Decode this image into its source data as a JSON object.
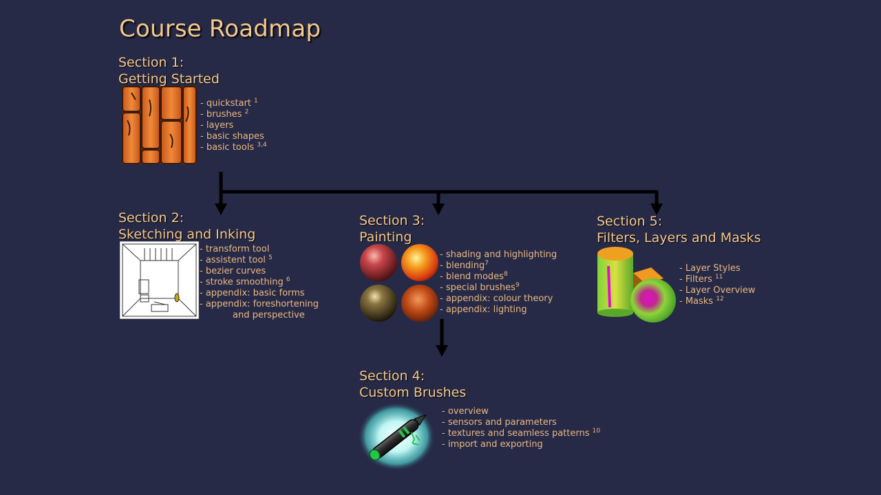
{
  "title": "Course Roadmap",
  "sections": [
    {
      "heading_line1": "Section 1:",
      "heading_line2": "Getting Started",
      "items": [
        {
          "text": "quickstart",
          "ref": "1"
        },
        {
          "text": "brushes",
          "ref": "2"
        },
        {
          "text": "layers",
          "ref": ""
        },
        {
          "text": "basic shapes",
          "ref": ""
        },
        {
          "text": "basic tools",
          "ref": "3,4"
        }
      ]
    },
    {
      "heading_line1": "Section 2:",
      "heading_line2": "Sketching and Inking",
      "items": [
        {
          "text": "transform tool",
          "ref": ""
        },
        {
          "text": "assistent tool",
          "ref": "5"
        },
        {
          "text": "bezier curves",
          "ref": ""
        },
        {
          "text": "stroke smoothing",
          "ref": "6"
        },
        {
          "text": "appendix: basic forms",
          "ref": ""
        },
        {
          "text": "appendix: foreshortening",
          "ref": ""
        },
        {
          "text": "and perspective",
          "ref": ""
        }
      ]
    },
    {
      "heading_line1": "Section 3:",
      "heading_line2": "Painting",
      "items": [
        {
          "text": "shading and highlighting",
          "ref": ""
        },
        {
          "text": "blending",
          "ref": "7"
        },
        {
          "text": "blend modes",
          "ref": "8"
        },
        {
          "text": "special brushes",
          "ref": "9"
        },
        {
          "text": "appendix: colour theory",
          "ref": ""
        },
        {
          "text": "appendix: lighting",
          "ref": ""
        }
      ]
    },
    {
      "heading_line1": "Section 4:",
      "heading_line2": "Custom Brushes",
      "items": [
        {
          "text": "overview",
          "ref": ""
        },
        {
          "text": "sensors and parameters",
          "ref": ""
        },
        {
          "text": "textures and seamless patterns",
          "ref": "10"
        },
        {
          "text": "import and exporting",
          "ref": ""
        }
      ]
    },
    {
      "heading_line1": "Section 5:",
      "heading_line2": "Filters, Layers and Masks",
      "items": [
        {
          "text": "Layer Styles",
          "ref": ""
        },
        {
          "text": "Filters",
          "ref": "11"
        },
        {
          "text": "Layer Overview",
          "ref": ""
        },
        {
          "text": "Masks",
          "ref": "12"
        }
      ]
    }
  ],
  "colors": {
    "background": "#272a47",
    "heading": "#f5c98e",
    "bullet": "#e9b880",
    "connector": "#000000"
  },
  "icons": [
    "wood-texture-icon",
    "room-sketch-icon",
    "paint-spheres-icon",
    "brush-pen-icon",
    "masked-shapes-icon"
  ]
}
